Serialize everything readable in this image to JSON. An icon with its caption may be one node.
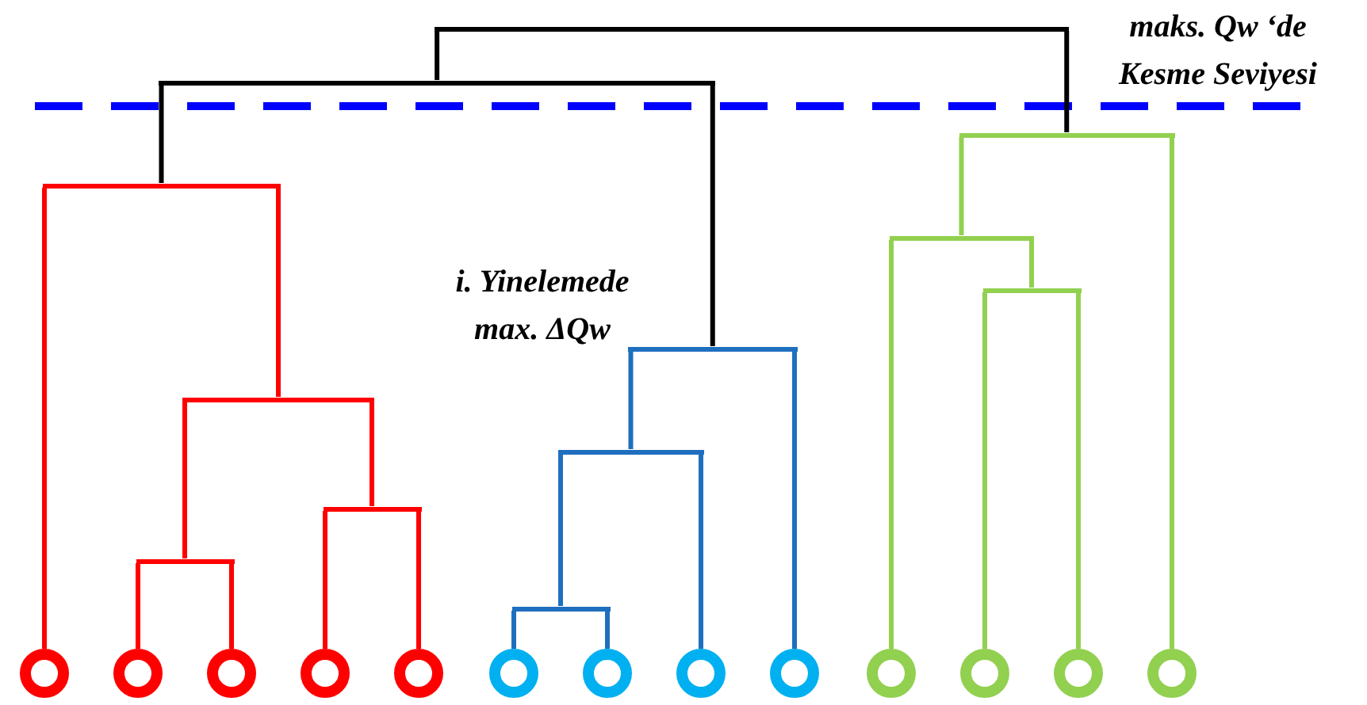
{
  "diagram": {
    "nodes": [
      {
        "text": [],
        "shape": "circle"
      },
      {
        "text": [],
        "shape": "circle"
      },
      {
        "text": [],
        "shape": "circle"
      },
      {
        "text": [],
        "shape": "circle"
      },
      {
        "text": [],
        "shape": "circle"
      },
      {
        "text": [],
        "shape": "circle"
      },
      {
        "text": [],
        "shape": "circle"
      },
      {
        "text": [],
        "shape": "circle"
      },
      {
        "text": [],
        "shape": "circle"
      },
      {
        "text": [],
        "shape": "circle"
      },
      {
        "text": [],
        "shape": "circle"
      },
      {
        "text": [],
        "shape": "circle"
      },
      {
        "text": [],
        "shape": "circle"
      },
      {
        "text": [],
        "shape": "bar"
      },
      {
        "text": [],
        "shape": "bar"
      },
      {
        "text": [],
        "shape": "bar"
      },
      {
        "text": [],
        "shape": "bar"
      },
      {
        "text": [],
        "shape": "bar"
      },
      {
        "text": [],
        "shape": "bar"
      },
      {
        "text": [],
        "shape": "bar"
      },
      {
        "text": [],
        "shape": "bar"
      },
      {
        "text": [],
        "shape": "bar"
      },
      {
        "text": [],
        "shape": "bar"
      },
      {
        "text": [],
        "shape": "bar"
      },
      {
        "text": [],
        "shape": "bar"
      }
    ],
    "edges": [
      {
        "from": 1,
        "to": 13,
        "arrow": "none"
      },
      {
        "from": 2,
        "to": 13,
        "arrow": "none"
      },
      {
        "from": 3,
        "to": 14,
        "arrow": "none"
      },
      {
        "from": 4,
        "to": 14,
        "arrow": "none"
      },
      {
        "from": 13,
        "to": 15,
        "arrow": "none"
      },
      {
        "from": 14,
        "to": 15,
        "arrow": "none"
      },
      {
        "from": 0,
        "to": 16,
        "arrow": "none"
      },
      {
        "from": 15,
        "to": 16,
        "arrow": "none"
      },
      {
        "from": 5,
        "to": 17,
        "arrow": "none",
        "color": "#1f6fbf"
      },
      {
        "from": 6,
        "to": 17,
        "arrow": "none",
        "color": "#1f6fbf"
      },
      {
        "from": 17,
        "to": 18,
        "arrow": "none",
        "color": "#1f6fbf"
      },
      {
        "from": 7,
        "to": 18,
        "arrow": "none",
        "color": "#1f6fbf"
      },
      {
        "from": 18,
        "to": 19,
        "arrow": "none",
        "color": "#1f6fbf"
      },
      {
        "from": 8,
        "to": 19,
        "arrow": "none",
        "color": "#1f6fbf"
      },
      {
        "from": 10,
        "to": 20,
        "arrow": "none",
        "color": "#92d050"
      },
      {
        "from": 11,
        "to": 20,
        "arrow": "none",
        "color": "#92d050"
      },
      {
        "from": 9,
        "to": 21,
        "arrow": "none",
        "color": "#92d050"
      },
      {
        "from": 20,
        "to": 21,
        "arrow": "none",
        "color": "#92d050"
      },
      {
        "from": 21,
        "to": 22,
        "arrow": "none",
        "color": "#92d050"
      },
      {
        "from": 12,
        "to": 22,
        "arrow": "none",
        "color": "#92d050"
      },
      {
        "from": 16,
        "to": 23,
        "arrow": "none",
        "color": "#000000"
      },
      {
        "from": 19,
        "to": 23,
        "arrow": "none",
        "color": "#000000"
      },
      {
        "from": 23,
        "to": 24,
        "arrow": "none",
        "color": "#000000"
      },
      {
        "from": 22,
        "to": 24,
        "arrow": "none",
        "color": "#000000"
      }
    ],
    "labels": [
      "maks. Qw ‘de Kesme Seviyesi",
      "i. Yinelemede max. ΔQw"
    ]
  }
}
